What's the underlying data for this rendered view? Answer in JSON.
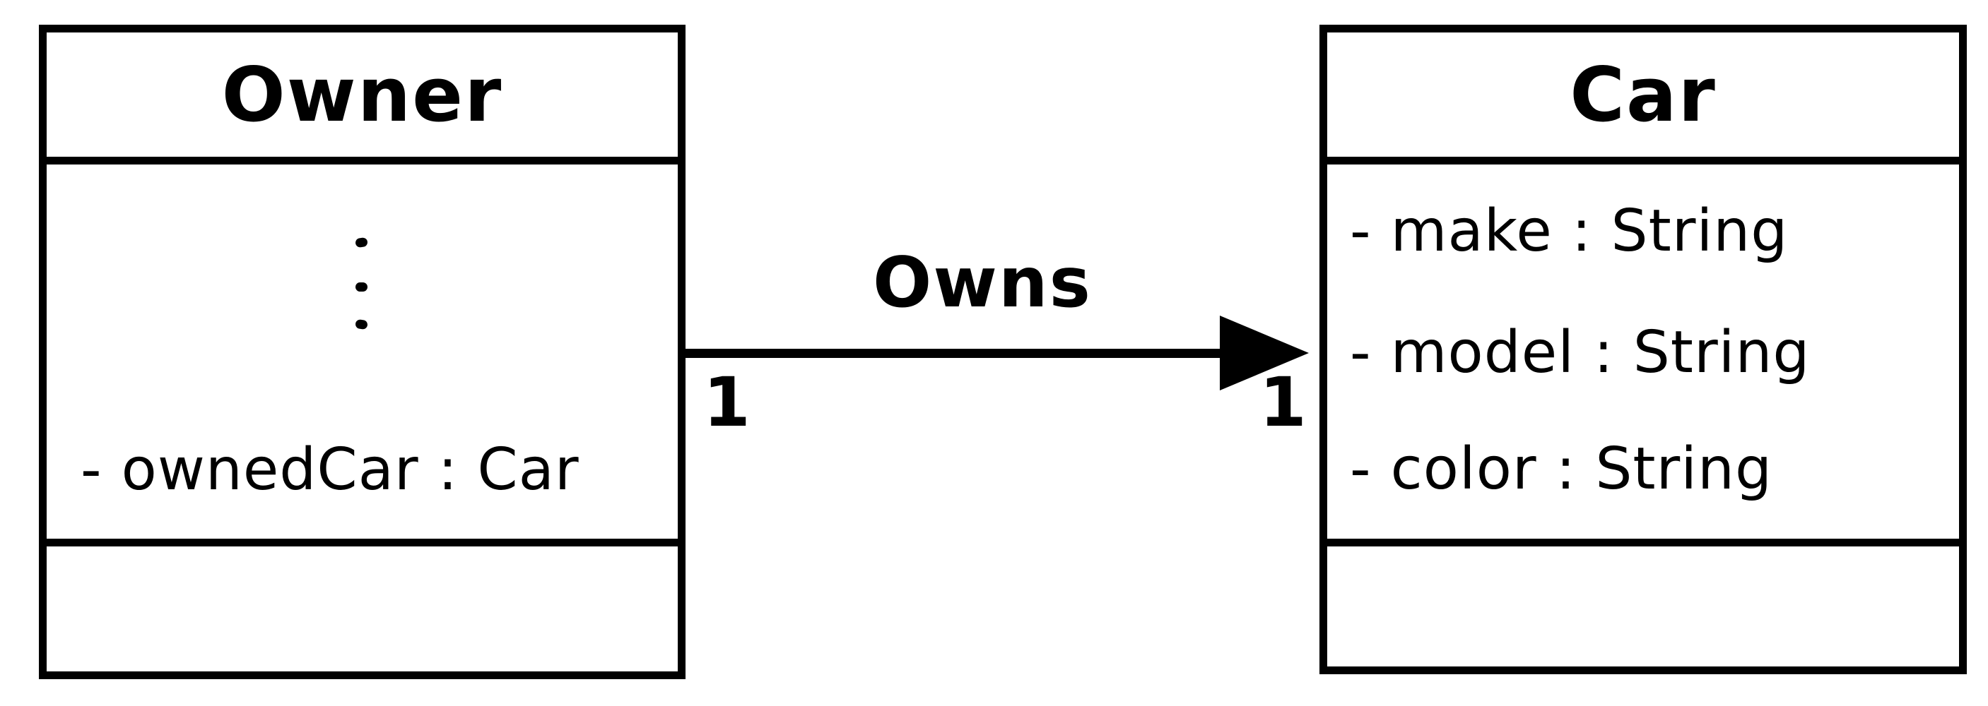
{
  "diagram": {
    "kind": "uml-class-diagram",
    "colors": {
      "stroke": "#000000",
      "background": "#ffffff"
    },
    "classes": [
      {
        "name": "Owner",
        "attributes": [
          "- ownedCar : Car"
        ],
        "methods": [],
        "attributes_note": "vertical-ellipsis"
      },
      {
        "name": "Car",
        "attributes": [
          "- make : String",
          "- model : String",
          "- color : String"
        ],
        "methods": []
      }
    ],
    "association": {
      "label": "Owns",
      "from": "Owner",
      "to": "Car",
      "from_multiplicity": "1",
      "to_multiplicity": "1",
      "arrow_style": "filled-triangle"
    }
  }
}
